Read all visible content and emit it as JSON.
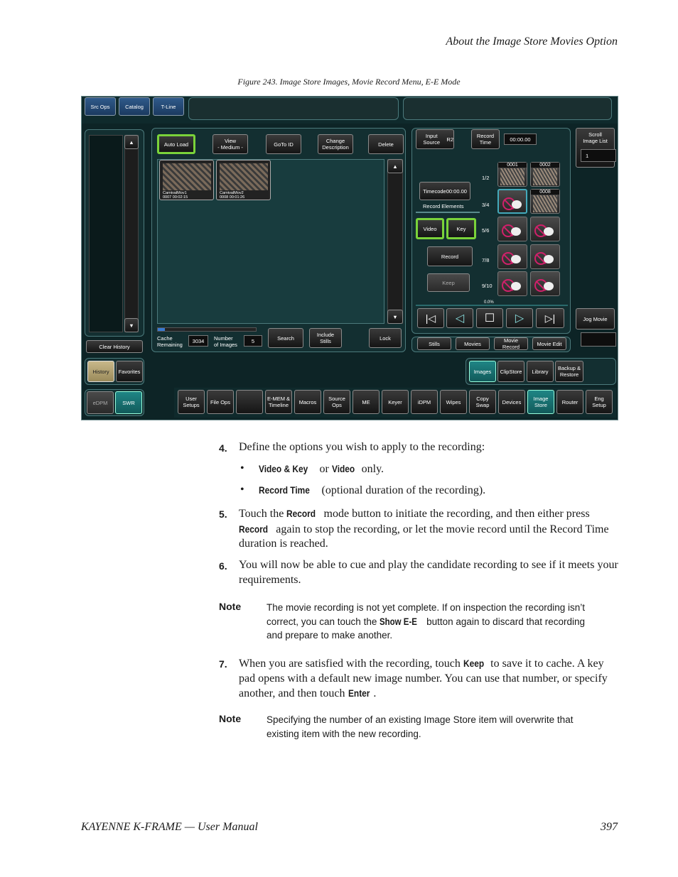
{
  "header": {
    "title": "About the Image Store Movies Option"
  },
  "figure": {
    "caption": "Figure 243.  Image Store Images, Movie Record Menu, E-E Mode"
  },
  "ui": {
    "top_tabs": [
      "Src Ops",
      "Catalog",
      "T-Line"
    ],
    "clear_history": "Clear History",
    "history": "History",
    "favorites": "Favorites",
    "edpm": "eDPM",
    "swr": "SWR",
    "toolbar": {
      "auto_load": "Auto Load",
      "view": "View\n- Medium -",
      "goto_id": "GoTo ID",
      "change_desc": "Change\nDescription",
      "delete": "Delete"
    },
    "thumbs": [
      {
        "caption": "CarnivalMov1\n0007        00:02:15"
      },
      {
        "caption": "CarnivalMov2\n0008        00:01:26"
      }
    ],
    "cache_label": "Cache\nRemaining",
    "cache_value": "3034",
    "num_images_label": "Number\nof Images",
    "num_images_value": "5",
    "search": "Search",
    "include_stills": "Include\nStills",
    "lock": "Lock",
    "record": {
      "input_source_label": "Input Source",
      "input_source_value": "R2",
      "record_time": "Record\nTime",
      "record_time_value": "00:00.00",
      "timecode_label": "Timecode",
      "timecode_value": "00:00.00",
      "record_elements": "Record Elements",
      "video": "Video",
      "key": "Key",
      "record_btn": "Record",
      "keep": "Keep",
      "progress": "0.0%",
      "rows": [
        "1/2",
        "3/4",
        "5/6",
        "7/8",
        "9/10"
      ],
      "slot_0001": "0001",
      "slot_0002": "0002",
      "slot_0008": "0008"
    },
    "scroll_label": "Scroll\nImage List",
    "scroll_value": "1",
    "jog_movie": "Jog Movie",
    "bottom_tabs": [
      "Stills",
      "Movies",
      "Movie Record",
      "Movie Edit"
    ],
    "store_tabs": [
      "Images",
      "ClipStore",
      "Library",
      "Backup &\nRestore"
    ],
    "nav": [
      "User\nSetups",
      "File Ops",
      "",
      "E-MEM &\nTimeline",
      "Macros",
      "Source\nOps",
      "ME",
      "Keyer",
      "iDPM",
      "Wipes",
      "Copy\nSwap",
      "Devices",
      "Image\nStore",
      "Router",
      "Eng\nSetup"
    ]
  },
  "steps": [
    {
      "num": "4.",
      "pre": "Define the options you wish to apply to the recording:"
    },
    {
      "num": "5.",
      "t1": "Touch the ",
      "k1": "Record",
      "t2": " mode button to initiate the recording, and then either press ",
      "k2": "Record",
      "t3": " again to stop the recording, or let the movie record until the Record Time duration is reached."
    },
    {
      "num": "6.",
      "t1": "You will now be able to cue and play the candidate recording to see if it meets your requirements."
    },
    {
      "num": "7.",
      "t1": "When you are satisfied with the recording, touch ",
      "k1": "Keep",
      "t2": " to save it to cache. A key pad opens with a default new image number. You can use that number, or specify another, and then touch ",
      "k2": "Enter",
      "t3": "."
    }
  ],
  "bullets": [
    {
      "k1": "Video & Key",
      "t1": " or ",
      "k2": "Video",
      "t2": " only."
    },
    {
      "k1": "Record Time",
      "t1": " (optional duration of the recording)."
    }
  ],
  "notes": [
    {
      "label": "Note",
      "t1": "The movie recording is not yet complete. If on inspection the recording isn’t correct, you can touch the ",
      "k1": "Show E-E",
      "t2": " button again to discard that recording and prepare to make another."
    },
    {
      "label": "Note",
      "t1": "Specifying the number of an existing Image Store item will overwrite that existing item with the new recording."
    }
  ],
  "footer": {
    "left": "KAYENNE K-FRAME  —  User Manual",
    "page": "397"
  }
}
